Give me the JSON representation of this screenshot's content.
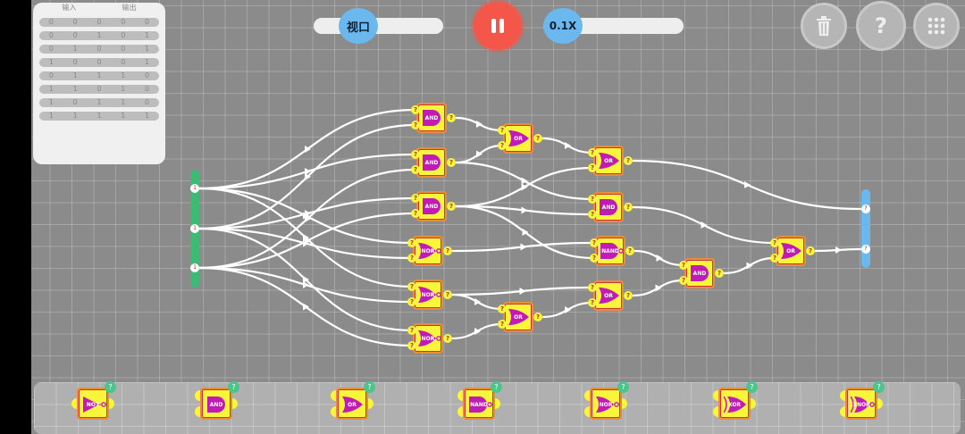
{
  "truth_table": {
    "headers": [
      "输入",
      "输出"
    ],
    "rows": [
      [
        "0",
        "0",
        "0",
        "0",
        "0"
      ],
      [
        "0",
        "0",
        "1",
        "0",
        "1"
      ],
      [
        "0",
        "1",
        "0",
        "0",
        "1"
      ],
      [
        "1",
        "0",
        "0",
        "0",
        "1"
      ],
      [
        "0",
        "1",
        "1",
        "1",
        "0"
      ],
      [
        "1",
        "1",
        "0",
        "1",
        "0"
      ],
      [
        "1",
        "0",
        "1",
        "1",
        "0"
      ],
      [
        "1",
        "1",
        "1",
        "1",
        "1"
      ]
    ]
  },
  "toolbar": {
    "viewport_label": "视口",
    "speed_label": "0.1X",
    "pause": "pause-icon",
    "trash": "trash-icon",
    "help": "?",
    "menu": "grid-icon"
  },
  "circuit": {
    "input_pins": [
      "1",
      "1",
      "1"
    ],
    "output_pins": [
      "?",
      "?"
    ],
    "pin_label": "?",
    "gates": [
      {
        "id": "g1",
        "type": "AND"
      },
      {
        "id": "g2",
        "type": "AND"
      },
      {
        "id": "g3",
        "type": "AND"
      },
      {
        "id": "g4",
        "type": "NOR"
      },
      {
        "id": "g5",
        "type": "NOR"
      },
      {
        "id": "g6",
        "type": "NOR"
      },
      {
        "id": "g7",
        "type": "OR"
      },
      {
        "id": "g8",
        "type": "OR"
      },
      {
        "id": "g9",
        "type": "OR"
      },
      {
        "id": "g10",
        "type": "AND"
      },
      {
        "id": "g11",
        "type": "NAND"
      },
      {
        "id": "g12",
        "type": "OR"
      },
      {
        "id": "g13",
        "type": "AND"
      },
      {
        "id": "g14",
        "type": "OR"
      }
    ],
    "wires": [
      [
        "in0",
        "g1"
      ],
      [
        "in1",
        "g1"
      ],
      [
        "in0",
        "g2"
      ],
      [
        "in2",
        "g2"
      ],
      [
        "in1",
        "g3"
      ],
      [
        "in2",
        "g3"
      ],
      [
        "in0",
        "g4"
      ],
      [
        "in1",
        "g4"
      ],
      [
        "in0",
        "g5"
      ],
      [
        "in2",
        "g5"
      ],
      [
        "in1",
        "g6"
      ],
      [
        "in2",
        "g6"
      ],
      [
        "g1",
        "g7"
      ],
      [
        "g2",
        "g7"
      ],
      [
        "g5",
        "g8"
      ],
      [
        "g6",
        "g8"
      ],
      [
        "g7",
        "g9"
      ],
      [
        "g3",
        "g9"
      ],
      [
        "g2",
        "g10"
      ],
      [
        "g3",
        "g10"
      ],
      [
        "g4",
        "g11"
      ],
      [
        "g3",
        "g11"
      ],
      [
        "g5",
        "g12"
      ],
      [
        "g8",
        "g12"
      ],
      [
        "g11",
        "g13"
      ],
      [
        "g12",
        "g13"
      ],
      [
        "g10",
        "g14"
      ],
      [
        "g13",
        "g14"
      ],
      [
        "g9",
        "out0"
      ],
      [
        "g14",
        "out1"
      ]
    ]
  },
  "palette": {
    "items": [
      {
        "type": "NOT"
      },
      {
        "type": "AND"
      },
      {
        "type": "OR"
      },
      {
        "type": "NAND"
      },
      {
        "type": "NOR"
      },
      {
        "type": "XOR"
      },
      {
        "type": "XNOR"
      }
    ],
    "badge": "?"
  },
  "colors": {
    "gate_fill": "#f8f53a",
    "gate_symbol": "#c21bb5",
    "input_bar": "#3dbb74",
    "output_bar": "#6ab8ee",
    "pause": "#f4574a"
  }
}
